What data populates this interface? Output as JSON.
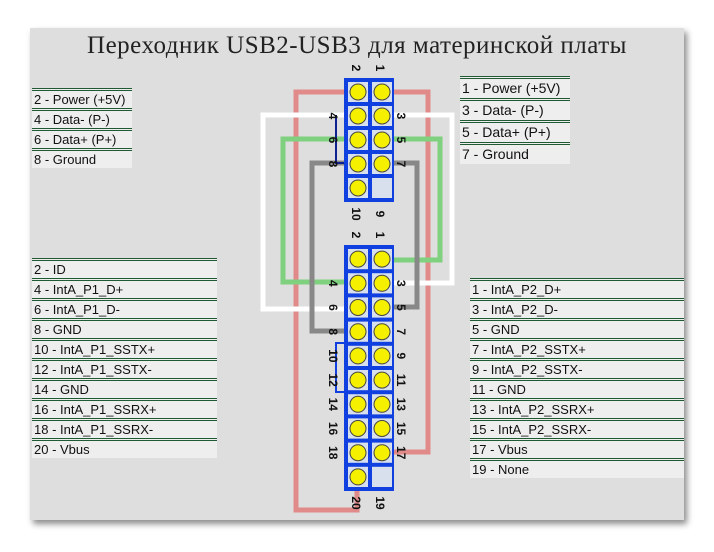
{
  "title": "Переходник USB2-USB3 для материнской платы",
  "usb2_left": [
    "2 - Power (+5V)",
    "4 - Data- (P-)",
    "6 - Data+ (P+)",
    "8 - Ground"
  ],
  "usb2_right": [
    "1 - Power (+5V)",
    "3 - Data- (P-)",
    "5 - Data+ (P+)",
    "7 - Ground"
  ],
  "usb3_left": [
    "2 - ID",
    "4 - IntA_P1_D+",
    "6 - IntA_P1_D-",
    "8 - GND",
    "10 - IntA_P1_SSTX+",
    "12 - IntA_P1_SSTX-",
    "14 - GND",
    "16 - IntA_P1_SSRX+",
    "18 - IntA_P1_SSRX-",
    "20 - Vbus"
  ],
  "usb3_right": [
    "1 - IntA_P2_D+",
    "3 - IntA_P2_D-",
    "5 - GND",
    "7 - IntA_P2_SSTX+",
    "9 - IntA_P2_SSTX-",
    "11 - GND",
    "13 - IntA_P2_SSRX+",
    "15 - IntA_P2_SSRX-",
    "17 - Vbus",
    "19 - None"
  ],
  "usb2_pins": {
    "left": [
      "2",
      "4",
      "6",
      "8",
      "10"
    ],
    "right": [
      "1",
      "3",
      "5",
      "7",
      "9"
    ],
    "empty": [
      "9"
    ]
  },
  "usb3_pins": {
    "left": [
      "2",
      "4",
      "6",
      "8",
      "10",
      "12",
      "14",
      "16",
      "18",
      "20"
    ],
    "right": [
      "1",
      "3",
      "5",
      "7",
      "9",
      "11",
      "13",
      "15",
      "17",
      "19"
    ],
    "empty": [
      "19"
    ]
  },
  "colors": {
    "frame": "#1040e0",
    "pin": "#f4f000",
    "red": "#e08a8a",
    "green": "#7fd07f",
    "gray": "#888888",
    "white": "#ffffff"
  }
}
